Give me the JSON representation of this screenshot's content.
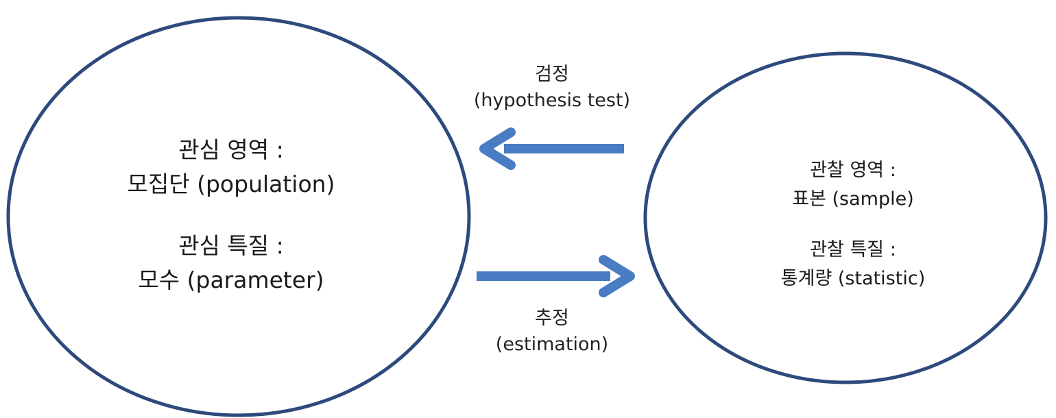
{
  "population_circle": {
    "region_label": "관심 영역 :",
    "region_value": "모집단 (population)",
    "feature_label": "관심 특질 :",
    "feature_value": "모수 (parameter)"
  },
  "sample_circle": {
    "region_label": "관찰 영역 :",
    "region_value": "표본 (sample)",
    "feature_label": "관찰 특질 :",
    "feature_value": "통계량 (statistic)"
  },
  "test_arrow": {
    "label_ko": "검정",
    "label_en": "(hypothesis test)"
  },
  "estimation_arrow": {
    "label_ko": "추정",
    "label_en": "(estimation)"
  },
  "colors": {
    "circle_stroke": "#2e4a7d",
    "arrow_fill": "#4a7cc4"
  }
}
